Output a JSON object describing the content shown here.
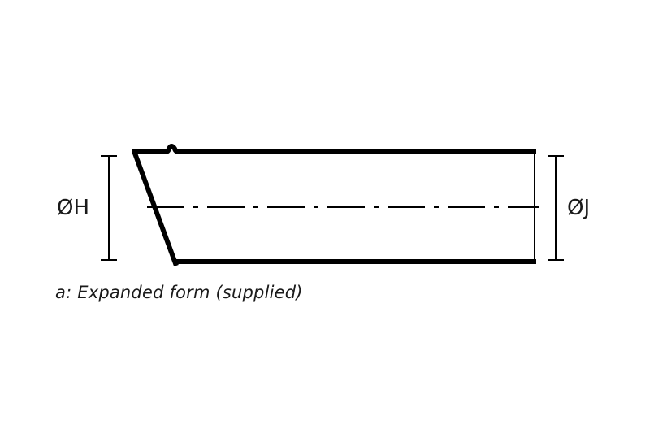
{
  "diagram": {
    "labels": {
      "left_dimension": "ØH",
      "right_dimension": "ØJ"
    },
    "caption": "a: Expanded form (supplied)",
    "colors": {
      "stroke": "#000000",
      "text": "#1a1a1a",
      "background": "#ffffff"
    }
  }
}
